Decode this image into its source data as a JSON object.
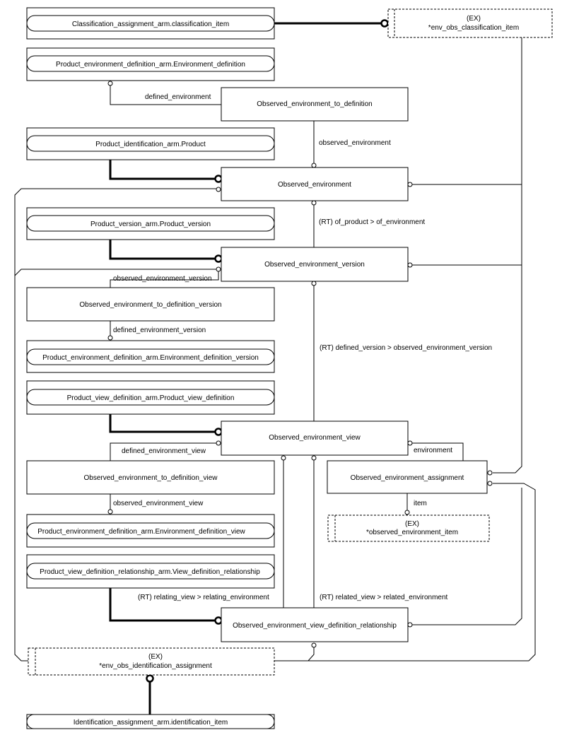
{
  "entities": {
    "classification_assignment": "Classification_assignment_arm.classification_item",
    "env_obs_classification_item_ex": "(EX)",
    "env_obs_classification_item": "*env_obs_classification_item",
    "product_environment_definition": "Product_environment_definition_arm.Environment_definition",
    "observed_environment_to_definition": "Observed_environment_to_definition",
    "product_identification": "Product_identification_arm.Product",
    "observed_environment": "Observed_environment",
    "product_version": "Product_version_arm.Product_version",
    "observed_environment_version": "Observed_environment_version",
    "observed_environment_to_definition_version": "Observed_environment_to_definition_version",
    "product_environment_definition_version": "Product_environment_definition_arm.Environment_definition_version",
    "product_view_definition": "Product_view_definition_arm.Product_view_definition",
    "observed_environment_view": "Observed_environment_view",
    "observed_environment_to_definition_view": "Observed_environment_to_definition_view",
    "observed_environment_assignment": "Observed_environment_assignment",
    "observed_environment_item_ex": "(EX)",
    "observed_environment_item": "*observed_environment_item",
    "product_environment_definition_view": "Product_environment_definition_arm.Environment_definition_view",
    "view_definition_relationship": "Product_view_definition_relationship_arm.View_definition_relationship",
    "observed_environment_view_definition_relationship": "Observed_environment_view_definition_relationship",
    "env_obs_identification_assignment_ex": "(EX)",
    "env_obs_identification_assignment": "*env_obs_identification_assignment",
    "identification_assignment": "Identification_assignment_arm.identification_item"
  },
  "labels": {
    "defined_environment": "defined_environment",
    "observed_environment": "observed_environment",
    "of_product": "(RT) of_product > of_environment",
    "observed_environment_version": "observed_environment_version",
    "defined_environment_version": "defined_environment_version",
    "defined_version": "(RT) defined_version > observed_environment_version",
    "defined_environment_view": "defined_environment_view",
    "environment": "environment",
    "observed_environment_view": "observed_environment_view",
    "item": "item",
    "relating_view": "(RT) relating_view > relating_environment",
    "related_view": "(RT) related_view > related_environment"
  }
}
